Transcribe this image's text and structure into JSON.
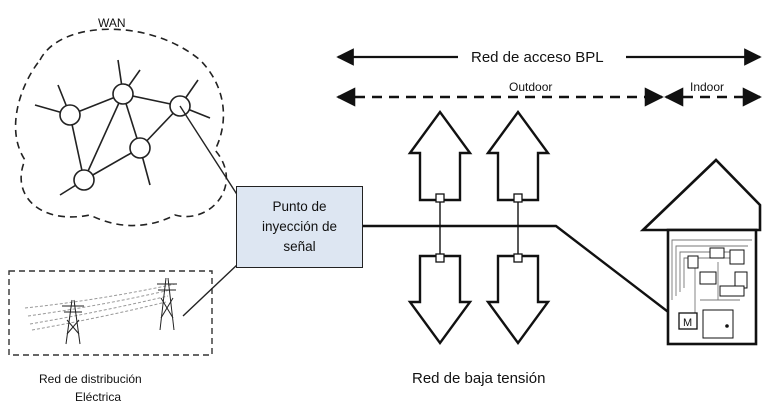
{
  "wan": {
    "label": "WAN"
  },
  "access_network": {
    "label": "Red de acceso BPL",
    "outdoor": "Outdoor",
    "indoor": "Indoor"
  },
  "injection_point": {
    "line1": "Punto de",
    "line2": "inyección de",
    "line3": "señal"
  },
  "low_voltage": {
    "label": "Red de baja tensión"
  },
  "distribution": {
    "line1": "Red de distribución",
    "line2": "Eléctrica"
  },
  "meter": {
    "label": "M"
  },
  "colors": {
    "injection_fill": "#dde6f2",
    "line": "#111111"
  }
}
